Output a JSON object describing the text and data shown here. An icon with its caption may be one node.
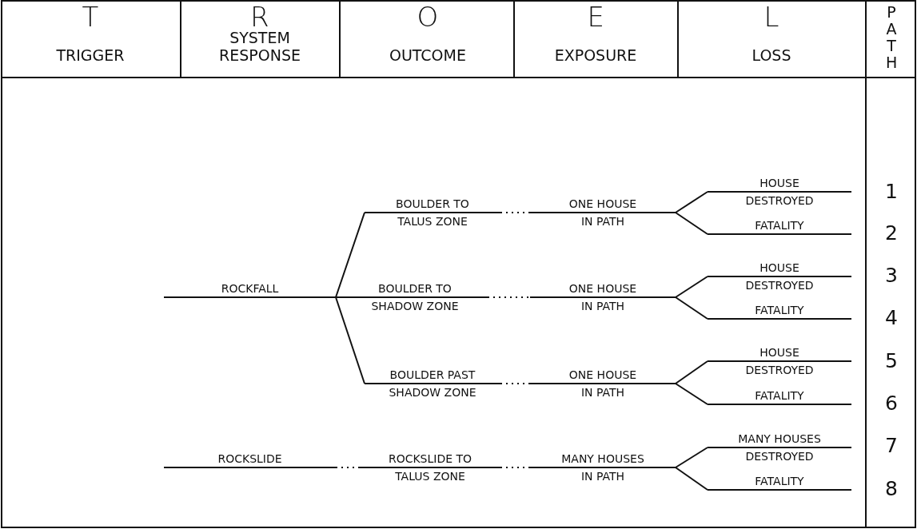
{
  "diagram": {
    "nodes": [
      {
        "text": [
          "ROCKFALL"
        ]
      },
      {
        "text": [
          "BOULDER TO",
          "TALUS ZONE"
        ]
      },
      {
        "text": [
          "ONE HOUSE",
          "IN PATH"
        ]
      },
      {
        "text": [
          "HOUSE",
          "DESTROYED"
        ]
      },
      {
        "text": [
          "FATALITY"
        ]
      },
      {
        "text": [
          "BOULDER TO",
          "SHADOW ZONE"
        ]
      },
      {
        "text": [
          "ONE HOUSE",
          "IN PATH"
        ]
      },
      {
        "text": [
          "HOUSE",
          "DESTROYED"
        ]
      },
      {
        "text": [
          "FATALITY"
        ]
      },
      {
        "text": [
          "BOULDER PAST",
          "SHADOW ZONE"
        ]
      },
      {
        "text": [
          "ONE HOUSE",
          "IN PATH"
        ]
      },
      {
        "text": [
          "HOUSE",
          "DESTROYED"
        ]
      },
      {
        "text": [
          "FATALITY"
        ]
      },
      {
        "text": [
          "ROCKSLIDE"
        ]
      },
      {
        "text": [
          "ROCKSLIDE TO",
          "TALUS ZONE"
        ]
      },
      {
        "text": [
          "MANY HOUSES",
          "IN PATH"
        ]
      },
      {
        "text": [
          "MANY HOUSES",
          "DESTROYED"
        ]
      },
      {
        "text": [
          "FATALITY"
        ]
      }
    ],
    "edges": [
      {
        "from": 0,
        "to": 1,
        "arrow": "none"
      },
      {
        "from": 0,
        "to": 5,
        "arrow": "none"
      },
      {
        "from": 0,
        "to": 9,
        "arrow": "none"
      },
      {
        "from": 1,
        "to": 2,
        "arrow": "none",
        "style": "dashed"
      },
      {
        "from": 2,
        "to": 3,
        "arrow": "none"
      },
      {
        "from": 2,
        "to": 4,
        "arrow": "none"
      },
      {
        "from": 5,
        "to": 6,
        "arrow": "none",
        "style": "dashed"
      },
      {
        "from": 6,
        "to": 7,
        "arrow": "none"
      },
      {
        "from": 6,
        "to": 8,
        "arrow": "none"
      },
      {
        "from": 9,
        "to": 10,
        "arrow": "none",
        "style": "dashed"
      },
      {
        "from": 10,
        "to": 11,
        "arrow": "none"
      },
      {
        "from": 10,
        "to": 12,
        "arrow": "none"
      },
      {
        "from": 13,
        "to": 14,
        "arrow": "none",
        "style": "dashed"
      },
      {
        "from": 14,
        "to": 15,
        "arrow": "none",
        "style": "dashed"
      },
      {
        "from": 15,
        "to": 16,
        "arrow": "none"
      },
      {
        "from": 15,
        "to": 17,
        "arrow": "none"
      }
    ],
    "labels": [
      "T",
      "R",
      "O",
      "E",
      "L",
      "PATH",
      "TRIGGER",
      "SYSTEM RESPONSE",
      "OUTCOME",
      "EXPOSURE",
      "LOSS",
      "1",
      "2",
      "3",
      "4",
      "5",
      "6",
      "7",
      "8"
    ]
  }
}
